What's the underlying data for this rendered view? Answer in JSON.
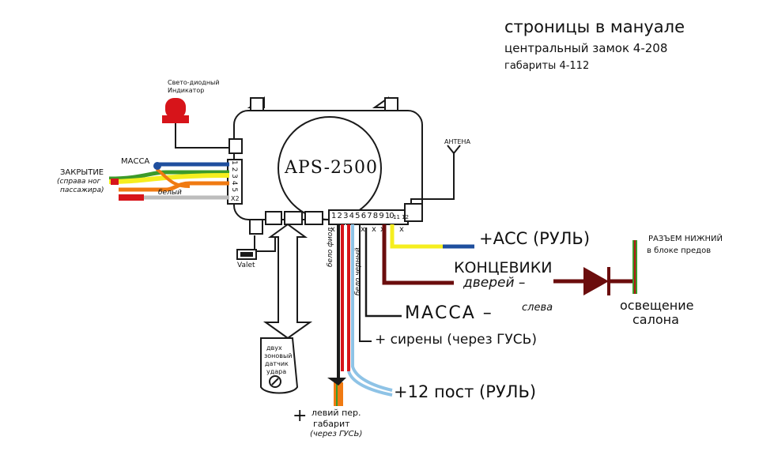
{
  "manual_note": {
    "title": "строницы в мануале",
    "central_lock": "центральный замок 4-208",
    "parking_lights": "габариты 4-112"
  },
  "unit": {
    "name": "APS-2500",
    "left_pins": "1 2 3 4 5",
    "left_pin_marker": "X2",
    "bottom_pins": "1 2 3 4 5 6 7 8 9 10",
    "bottom_pin_end": "11 12"
  },
  "labels": {
    "led_line1": "Свето-диодный",
    "led_line2": "Индикатор",
    "massa_left": "МАССА",
    "lock_line1": "ЗАКРЫТИЕ",
    "lock_line2": "(справа ног",
    "lock_line3": "пассажира)",
    "white": "белый",
    "antenna": "АНТЕНА",
    "valet": "Valet",
    "sensor_line1": "двух",
    "sensor_line2": "зоновый",
    "sensor_line3": "датчик",
    "sensor_line4": "удара",
    "wire_white_violet": "бело фиол",
    "wire_white_black": "бело черный",
    "acc": "+АСС (РУЛЬ)",
    "door_line1": "КОНЦЕВИКИ",
    "door_line2": "дверей –",
    "connector_line1": "РАЗЪЕМ НИЖНИЙ",
    "connector_line2": "в блоке предов",
    "light_line1": "освещение",
    "light_line2": "салона",
    "massa_main": "МАССА –",
    "massa_side": "слева",
    "siren": "+ сирены (через ГУСЬ)",
    "power": "+12 пост (РУЛЬ)",
    "left_light_line1": "левий пер.",
    "left_light_line2": "габарит",
    "left_light_line3": "(через ГУСЬ)",
    "plus": "+"
  },
  "colors": {
    "red": "#d7141a",
    "yellow": "#f5ee1f",
    "orange": "#f07a12",
    "green": "#3c9a2a",
    "blue": "#1f4f9e",
    "dark_red": "#6b0d0d",
    "light_blue": "#8ec3e6",
    "line": "#1a1a1a"
  }
}
